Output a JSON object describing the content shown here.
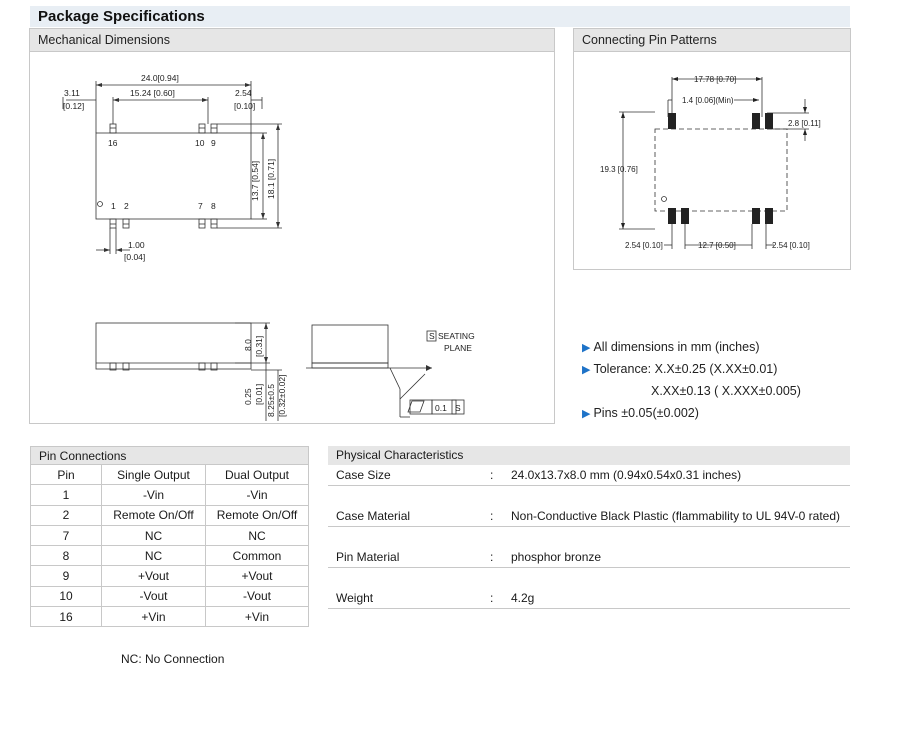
{
  "page_title": "Package Specifications",
  "mech": {
    "title": "Mechanical Dimensions",
    "dims": {
      "overall_w": "24.0[0.94]",
      "pin_span": "15.24 [0.60]",
      "left_off": "3.11",
      "left_off_in": "[0.12]",
      "right_off": "2.54",
      "right_off_in": "[0.10]",
      "h_inner": "13.7 [0.54]",
      "h_outer": "18.1 [0.71]",
      "pin_pitch": "1.00",
      "pin_pitch_in": "[0.04]",
      "pin_16": "16",
      "pin_10": "10",
      "pin_9": "9",
      "pin_1": "1",
      "pin_2": "2",
      "pin_7": "7",
      "pin_8": "8",
      "height": "8.0",
      "height_in": "[0.31]",
      "standoff": "0.25",
      "standoff_in": "[0.01]",
      "lead_len": "8.25±0.5",
      "lead_len_in": "[0.32±0.02]",
      "seating_s": "S",
      "seating_line1": "SEATING",
      "seating_line2": "PLANE",
      "flatness": "0.1",
      "flatness_ref": "S"
    }
  },
  "pattern": {
    "title": "Connecting Pin Patterns",
    "dims": {
      "span": "17.78 [0.70]",
      "pad_w": "1.4 [0.06](Min)",
      "pad_h": "2.8 [0.11]",
      "height": "19.3 [0.76]",
      "left": "2.54 [0.10]",
      "mid": "12.7 [0.50]",
      "right": "2.54 [0.10]"
    }
  },
  "notes": {
    "n1": "All dimensions in mm (inches)",
    "n2": "Tolerance: X.X±0.25 (X.XX±0.01)",
    "n3": "X.XX±0.13 ( X.XXX±0.005)",
    "n4": "Pins ±0.05(±0.002)"
  },
  "pin_connections": {
    "title": "Pin Connections",
    "headers": [
      "Pin",
      "Single Output",
      "Dual Output"
    ],
    "rows": [
      [
        "1",
        "-Vin",
        "-Vin"
      ],
      [
        "2",
        "Remote On/Off",
        "Remote On/Off"
      ],
      [
        "7",
        "NC",
        "NC"
      ],
      [
        "8",
        "NC",
        "Common"
      ],
      [
        "9",
        "+Vout",
        "+Vout"
      ],
      [
        "10",
        "-Vout",
        "-Vout"
      ],
      [
        "16",
        "+Vin",
        "+Vin"
      ]
    ],
    "note": "NC: No Connection"
  },
  "physical": {
    "title": "Physical Characteristics",
    "colon": ":",
    "rows": [
      {
        "label": "Case Size",
        "value": "24.0x13.7x8.0 mm (0.94x0.54x0.31 inches)"
      },
      {
        "label": "Case Material",
        "value": "Non-Conductive Black Plastic (flammability to UL 94V-0 rated)"
      },
      {
        "label": "Pin Material",
        "value": "phosphor bronze"
      },
      {
        "label": "Weight",
        "value": "4.2g"
      }
    ]
  },
  "colors": {
    "accent": "#1e73c8",
    "header_bg": "#e6e6e6",
    "title_bg": "#e8eef4"
  }
}
